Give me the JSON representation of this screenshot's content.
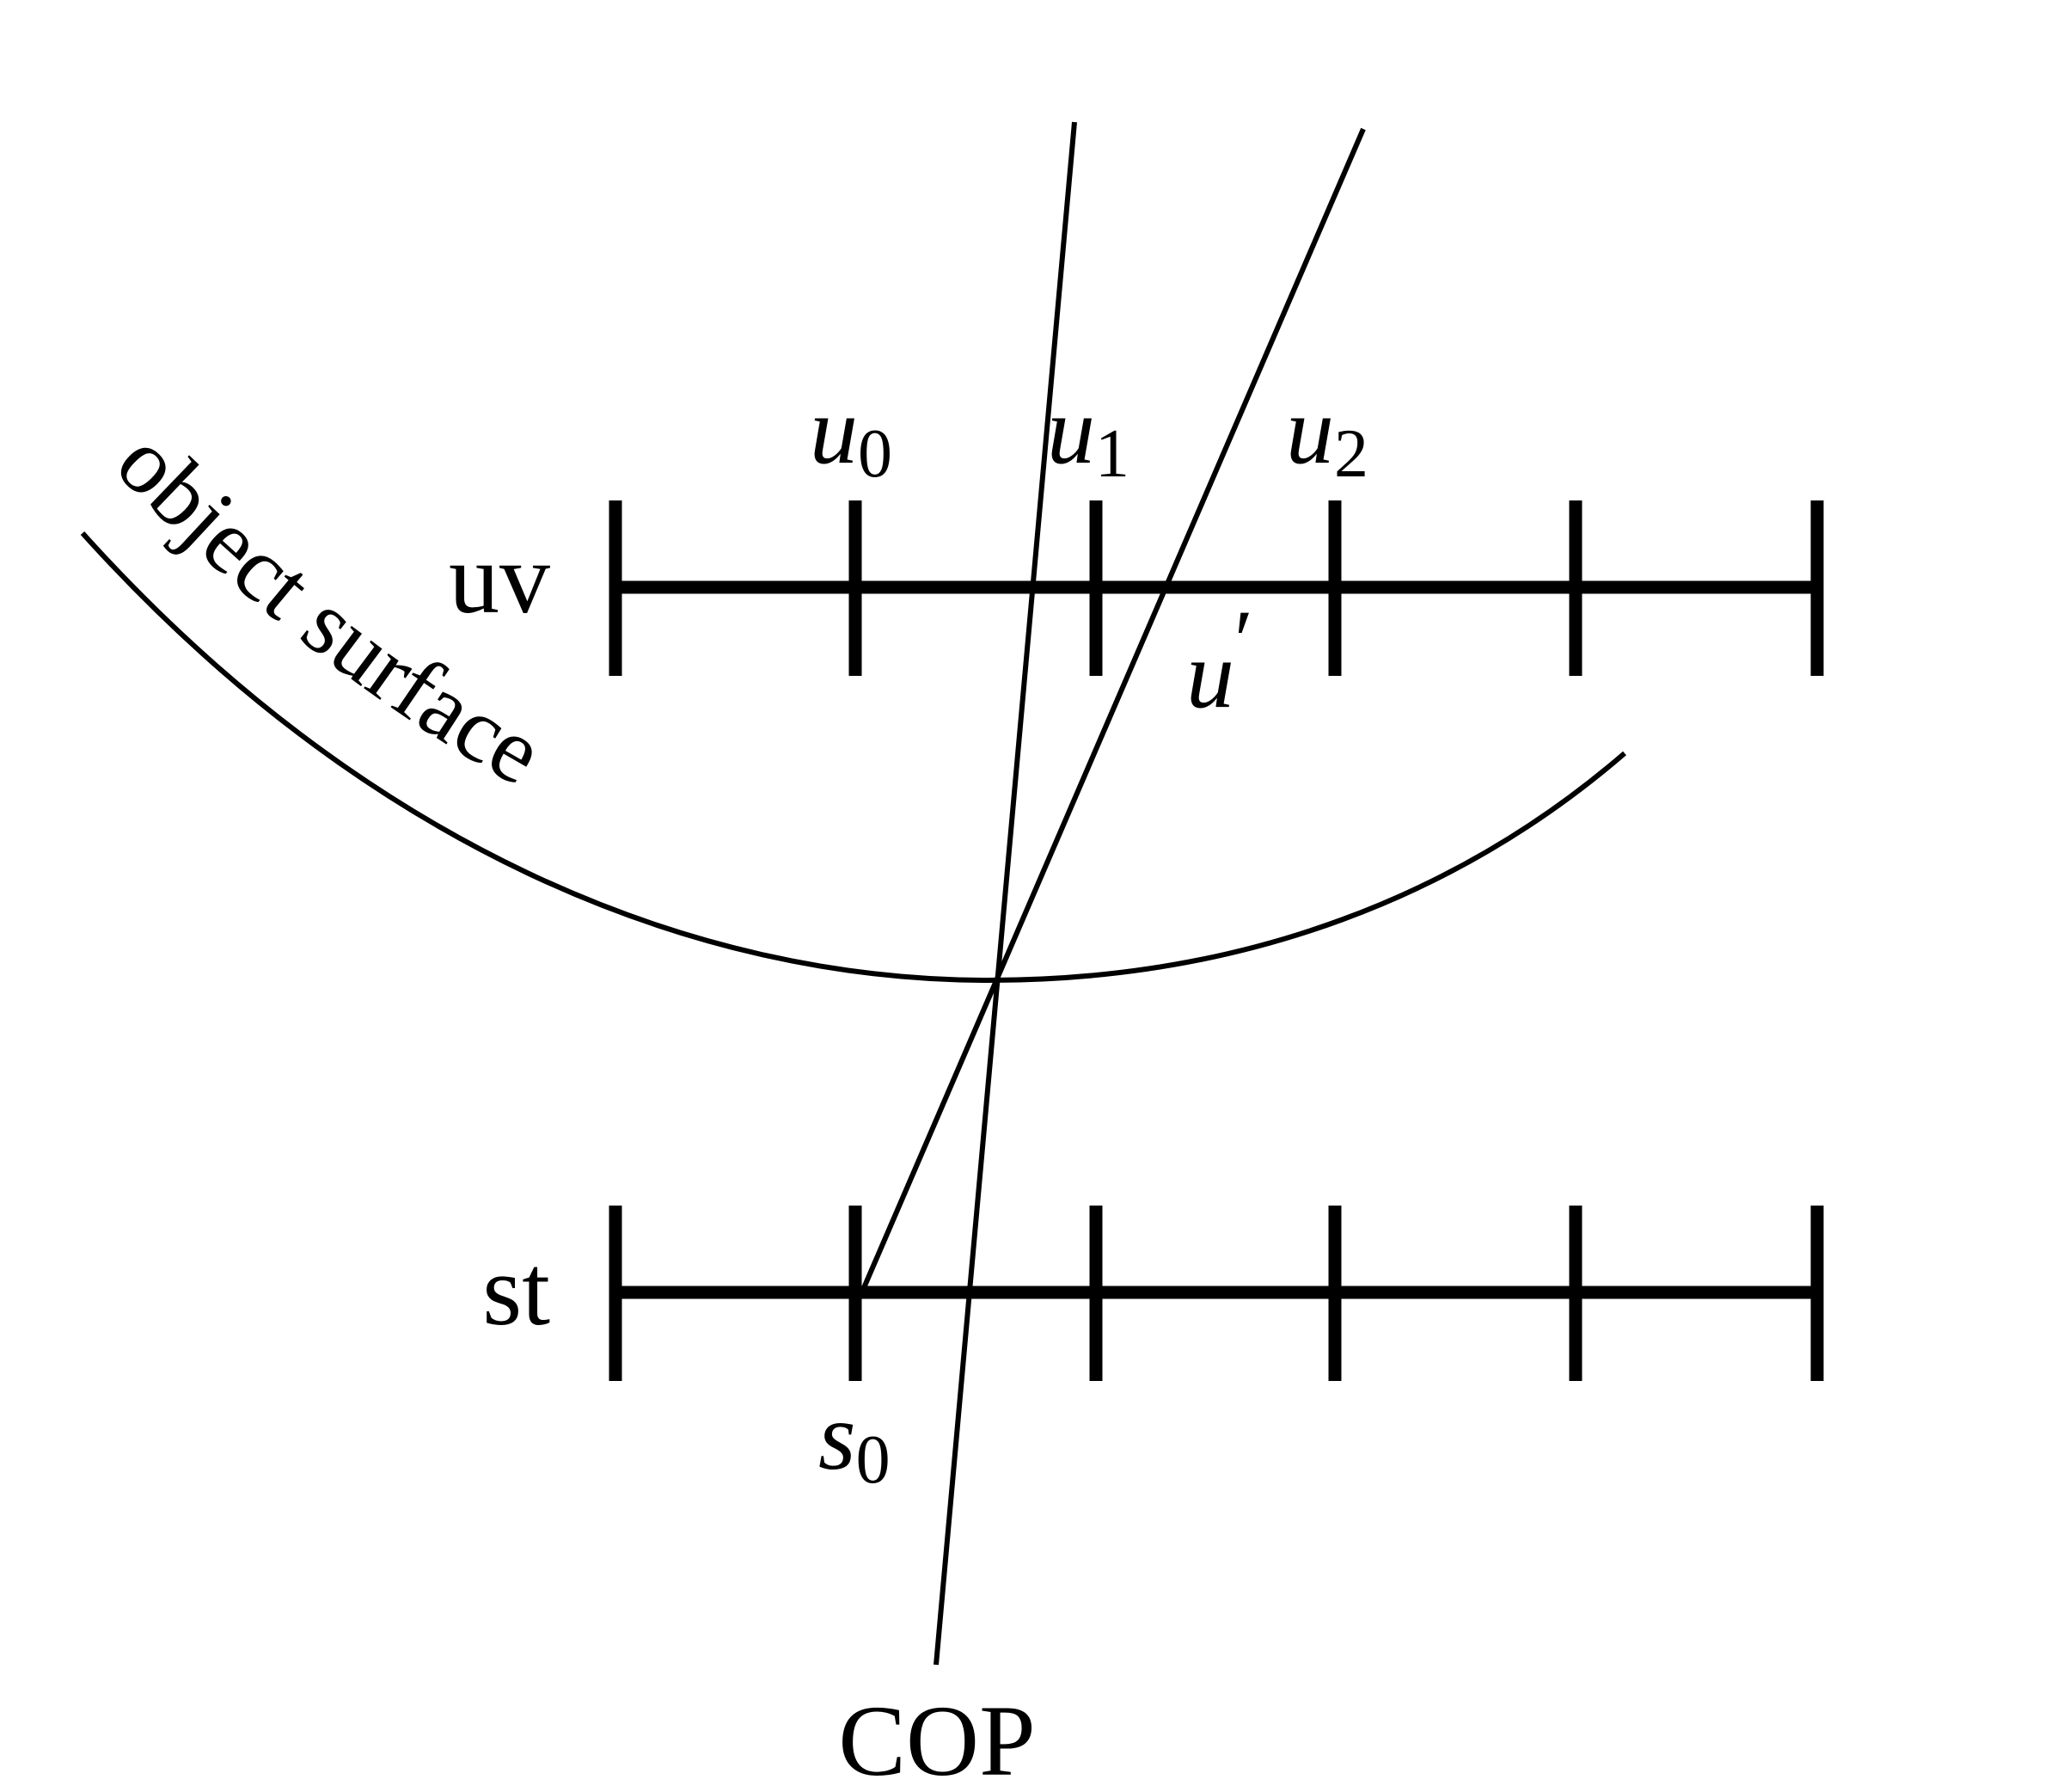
{
  "planes": {
    "uv": {
      "label": "uv"
    },
    "st": {
      "label": "st"
    }
  },
  "uv_labels": {
    "u0": {
      "base": "u",
      "sub": "0"
    },
    "u1": {
      "base": "u",
      "sub": "1"
    },
    "u2": {
      "base": "u",
      "sub": "2"
    },
    "u_prime": {
      "base": "u",
      "prime": "′"
    }
  },
  "st_labels": {
    "s0": {
      "base": "s",
      "sub": "0"
    }
  },
  "object_surface_label": "object surface",
  "cop_label": "COP",
  "colors": {
    "ink": "#000000",
    "background": "#ffffff"
  }
}
